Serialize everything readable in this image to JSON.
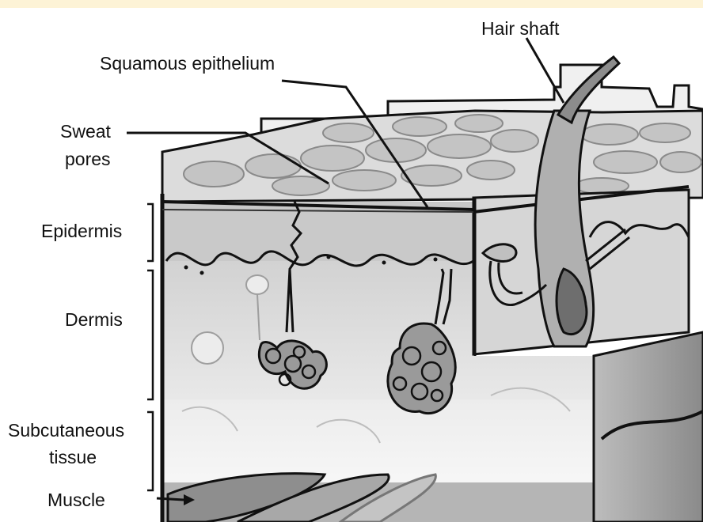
{
  "labels": {
    "hair_shaft": "Hair shaft",
    "squamous_epithelium": "Squamous epithelium",
    "sweat_pores_line1": "Sweat",
    "sweat_pores_line2": "pores",
    "epidermis": "Epidermis",
    "dermis": "Dermis",
    "subcutaneous_line1": "Subcutaneous",
    "subcutaneous_line2": "tissue",
    "muscle": "Muscle"
  },
  "colors": {
    "ink": "#111111",
    "shade_light": "#e6e6e6",
    "shade_mid": "#cfcfcf",
    "shade_dark": "#9a9a9a",
    "banner_accent": "#fdf3d6"
  },
  "icons": [
    "hair-follicle-icon",
    "sweat-gland-coil-icon"
  ]
}
